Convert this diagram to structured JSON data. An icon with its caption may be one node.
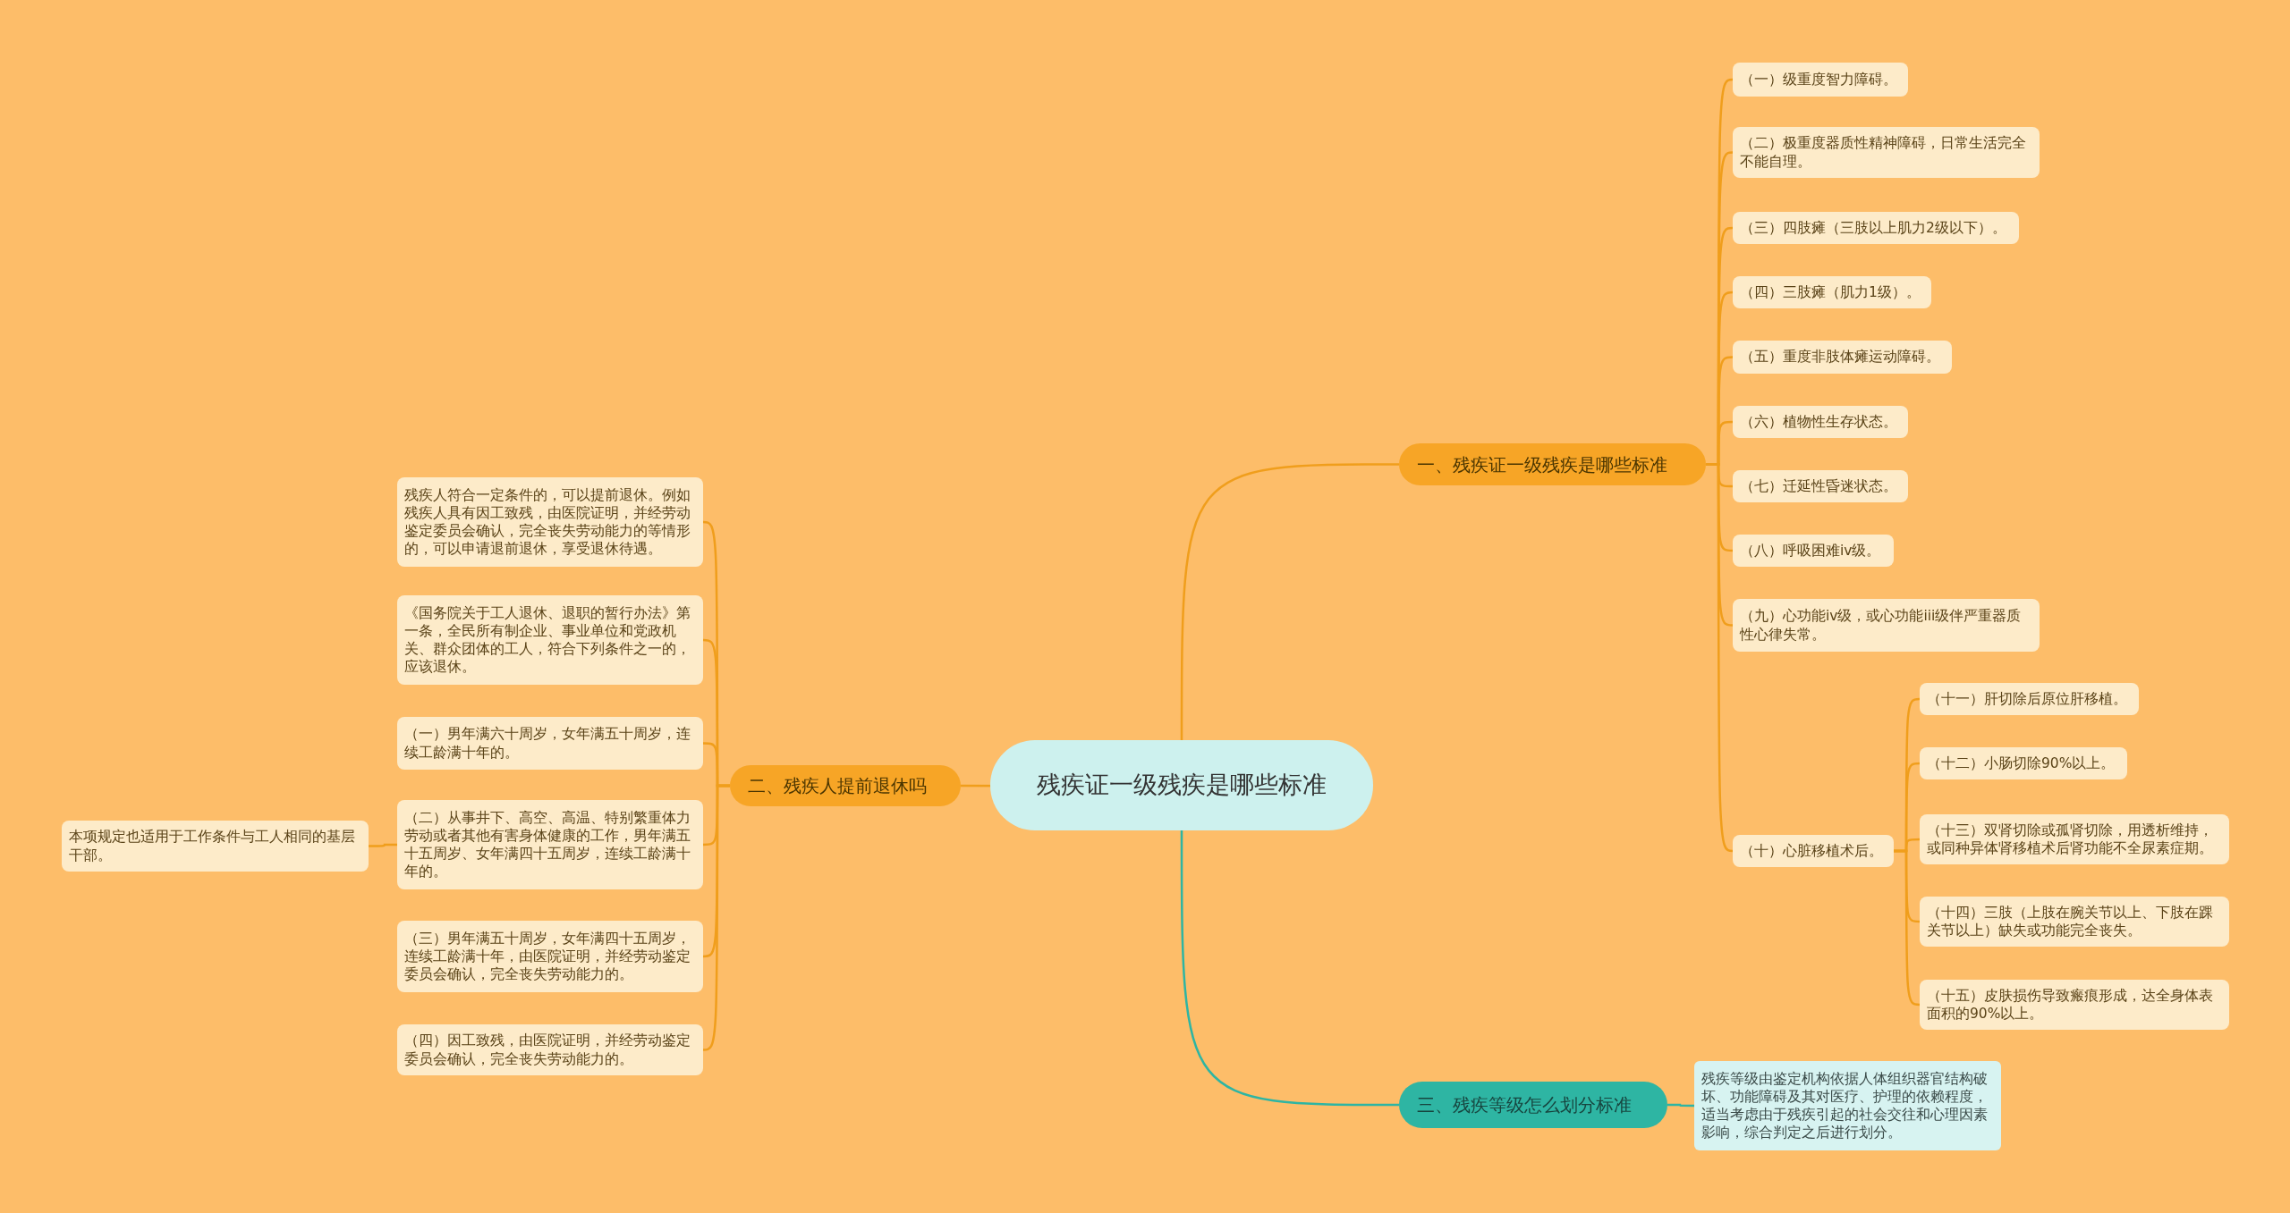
{
  "diagram": {
    "nodes": [
      {
        "text": [
          "残疾证一级残疾是哪些标准"
        ]
      },
      {
        "text": [
          "一、残疾证一级残疾是哪些标准"
        ]
      },
      {
        "text": [
          "（一）级重度智力障碍。"
        ]
      },
      {
        "text": [
          "（二）极重度器质性精神障碍，日常生活完全不能自理。"
        ]
      },
      {
        "text": [
          "（三）四肢瘫（三肢以上肌力2级以下）。"
        ]
      },
      {
        "text": [
          "（四）三肢瘫（肌力1级）。"
        ]
      },
      {
        "text": [
          "（五）重度非肢体瘫运动障碍。"
        ]
      },
      {
        "text": [
          "（六）植物性生存状态。"
        ]
      },
      {
        "text": [
          "（七）迁延性昏迷状态。"
        ]
      },
      {
        "text": [
          "（八）呼吸困难iv级。"
        ]
      },
      {
        "text": [
          "（九）心功能iv级，或心功能iii级伴严重器质性心律失常。"
        ]
      },
      {
        "text": [
          "（十）心脏移植术后。"
        ]
      },
      {
        "text": [
          "（十一）肝切除后原位肝移植。"
        ]
      },
      {
        "text": [
          "（十二）小肠切除90%以上。"
        ]
      },
      {
        "text": [
          "（十三）双肾切除或孤肾切除，用透析维持，或同种异体肾移植术后肾功能不全尿素症期。"
        ]
      },
      {
        "text": [
          "（十四）三肢（上肢在腕关节以上、下肢在踝关节以上）缺失或功能完全丧失。"
        ]
      },
      {
        "text": [
          "（十五）皮肤损伤导致瘢痕形成，达全身体表面积的90%以上。"
        ]
      },
      {
        "text": [
          "二、残疾人提前退休吗"
        ]
      },
      {
        "text": [
          "残疾人符合一定条件的，可以提前退休。例如残疾人具有因工致残，由医院证明，并经劳动鉴定委员会确认，完全丧失劳动能力的等情形的，可以申请退前退休，享受退休待遇。"
        ]
      },
      {
        "text": [
          "《国务院关于工人退休、退职的暂行办法》第一条，全民所有制企业、事业单位和党政机关、群众团体的工人，符合下列条件之一的，应该退休。"
        ]
      },
      {
        "text": [
          "（一）男年满六十周岁，女年满五十周岁，连续工龄满十年的。"
        ]
      },
      {
        "text": [
          "（二）从事井下、高空、高温、特别繁重体力劳动或者其他有害身体健康的工作，男年满五十五周岁、女年满四十五周岁，连续工龄满十年的。"
        ]
      },
      {
        "text": [
          "（三）男年满五十周岁，女年满四十五周岁，连续工龄满十年，由医院证明，并经劳动鉴定委员会确认，完全丧失劳动能力的。"
        ]
      },
      {
        "text": [
          "（四）因工致残，由医院证明，并经劳动鉴定委员会确认，完全丧失劳动能力的。"
        ]
      },
      {
        "text": [
          "本项规定也适用于工作条件与工人相同的基层干部。"
        ]
      },
      {
        "text": [
          "三、残疾等级怎么划分标准"
        ]
      },
      {
        "text": [
          "残疾等级由鉴定机构依据人体组织器官结构破坏、功能障碍及其对医疗、护理的依赖程度，适当考虑由于残疾引起的社会交往和心理因素影响，综合判定之后进行划分。"
        ]
      }
    ],
    "edges": [
      {
        "from": 0,
        "to": 1,
        "arrow": "none"
      },
      {
        "from": 1,
        "to": 2,
        "arrow": "none"
      },
      {
        "from": 1,
        "to": 3,
        "arrow": "none"
      },
      {
        "from": 1,
        "to": 4,
        "arrow": "none"
      },
      {
        "from": 1,
        "to": 5,
        "arrow": "none"
      },
      {
        "from": 1,
        "to": 6,
        "arrow": "none"
      },
      {
        "from": 1,
        "to": 7,
        "arrow": "none"
      },
      {
        "from": 1,
        "to": 8,
        "arrow": "none"
      },
      {
        "from": 1,
        "to": 9,
        "arrow": "none"
      },
      {
        "from": 1,
        "to": 10,
        "arrow": "none"
      },
      {
        "from": 1,
        "to": 11,
        "arrow": "none"
      },
      {
        "from": 11,
        "to": 12,
        "arrow": "none"
      },
      {
        "from": 11,
        "to": 13,
        "arrow": "none"
      },
      {
        "from": 11,
        "to": 14,
        "arrow": "none"
      },
      {
        "from": 11,
        "to": 15,
        "arrow": "none"
      },
      {
        "from": 11,
        "to": 16,
        "arrow": "none"
      },
      {
        "from": 0,
        "to": 17,
        "arrow": "none"
      },
      {
        "from": 17,
        "to": 18,
        "arrow": "none"
      },
      {
        "from": 17,
        "to": 19,
        "arrow": "none"
      },
      {
        "from": 17,
        "to": 20,
        "arrow": "none"
      },
      {
        "from": 17,
        "to": 21,
        "arrow": "none"
      },
      {
        "from": 17,
        "to": 22,
        "arrow": "none"
      },
      {
        "from": 17,
        "to": 23,
        "arrow": "none"
      },
      {
        "from": 21,
        "to": 24,
        "arrow": "none"
      },
      {
        "from": 0,
        "to": 25,
        "arrow": "none",
        "color": "#2eb5a3"
      },
      {
        "from": 25,
        "to": 26,
        "arrow": "none",
        "color": "#2eb5a3"
      }
    ]
  }
}
